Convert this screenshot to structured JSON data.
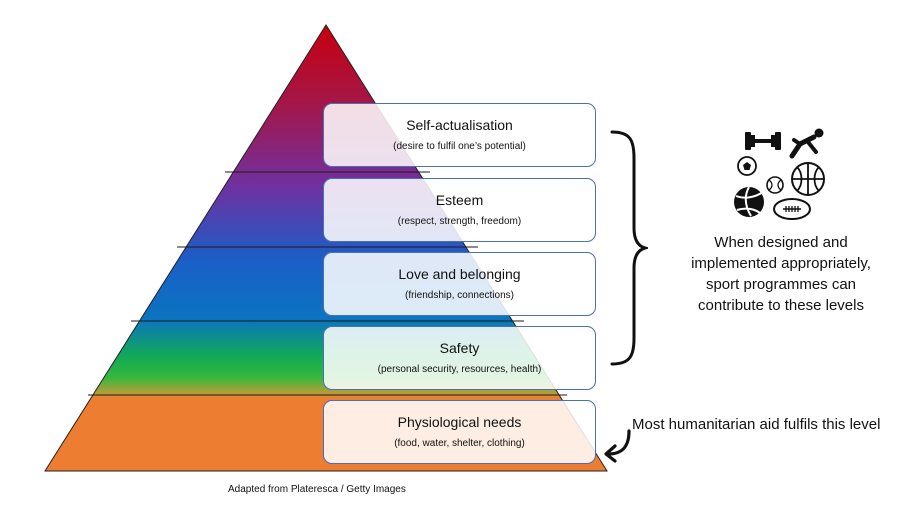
{
  "levels": [
    {
      "title": "Self-actualisation",
      "description": "(desire to fulfil one’s potential)"
    },
    {
      "title": "Esteem",
      "description": "(respect, strength, freedom)"
    },
    {
      "title": "Love and belonging",
      "description": "(friendship, connections)"
    },
    {
      "title": "Safety",
      "description": "(personal security, resources, health)"
    },
    {
      "title": "Physiological needs",
      "description": "(food, water, shelter, clothing)"
    }
  ],
  "sport_note": "When designed and implemented appropriately, sport programmes can contribute to these levels",
  "aid_note": "Most humanitarian aid fulfils this level",
  "credit": "Adapted from Plateresca / Getty Images",
  "icons": [
    "dumbbell-icon",
    "sprinter-icon",
    "soccer-ball-icon",
    "basketball-icon",
    "volleyball-icon",
    "tennis-ball-icon",
    "american-football-icon"
  ],
  "colors": {
    "top": "#c20014",
    "purple": "#7030a0",
    "blue": "#0b6fc4",
    "green": "#10b04a",
    "orange": "#ed7d31",
    "box_border": "#4a6fb5"
  }
}
